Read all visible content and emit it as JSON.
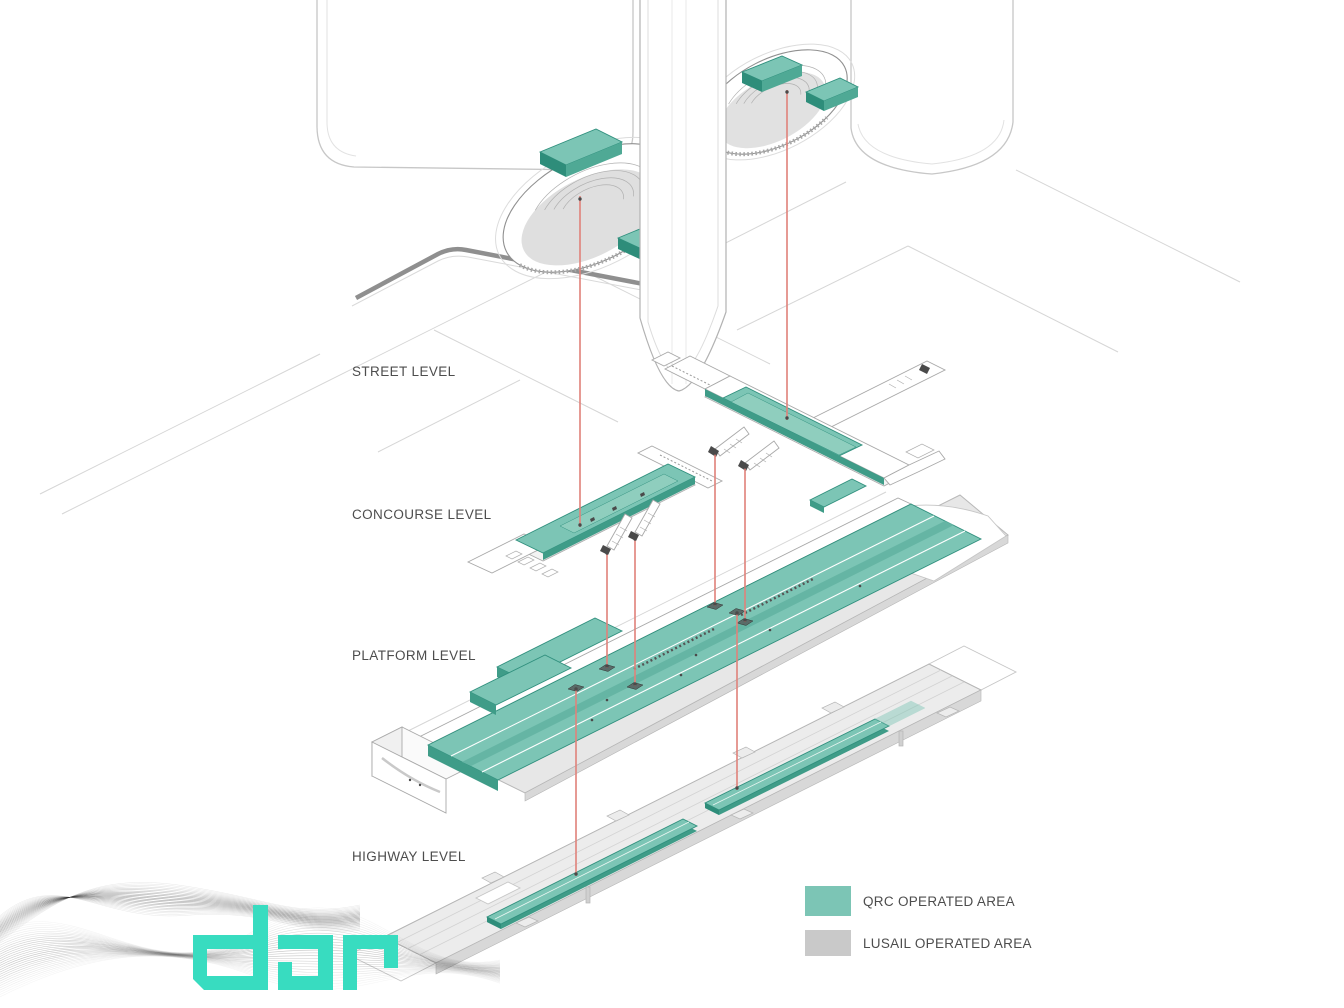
{
  "levels": [
    {
      "id": "street",
      "label": "STREET LEVEL"
    },
    {
      "id": "concourse",
      "label": "CONCOURSE LEVEL"
    },
    {
      "id": "platform",
      "label": "PLATFORM LEVEL"
    },
    {
      "id": "highway",
      "label": "HIGHWAY LEVEL"
    }
  ],
  "legend": {
    "items": [
      {
        "label": "QRC OPERATED AREA",
        "color": "#7cc5b5"
      },
      {
        "label": "LUSAIL OPERATED AREA",
        "color": "#c9c9c9"
      }
    ]
  },
  "logo": {
    "text": "dar"
  },
  "colors": {
    "qrc": "#7cc5b5",
    "qrc_dark": "#2f8f7d",
    "qrc_deep": "#3f9c88",
    "lusail": "#c9c9c9",
    "leader": "#df837b",
    "logo": "#38dcc0",
    "label_text": "#4d4d4d",
    "outline": "#b5b5b5"
  }
}
